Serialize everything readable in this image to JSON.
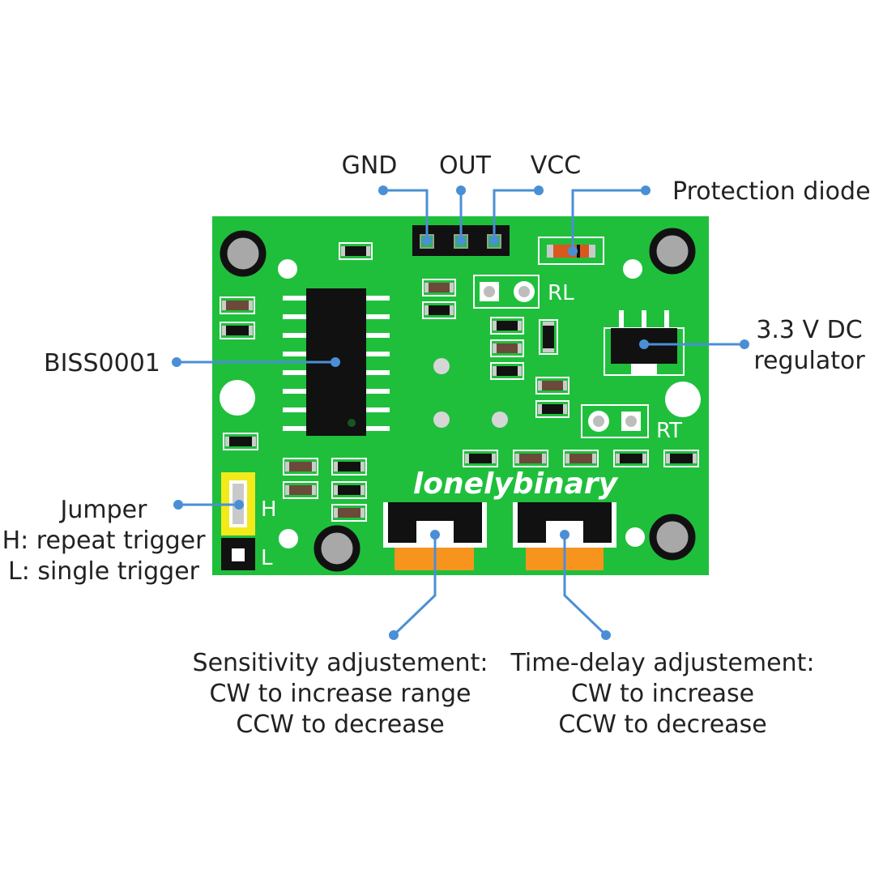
{
  "colors": {
    "board": "#1fbf3c",
    "board_edge": "#109a2a",
    "leader": "#4a8fd6",
    "text": "#222222",
    "white_print": "#ffffff",
    "jumper_yellow": "#f2ea1a",
    "pot_orange": "#f7941d",
    "ic_black": "#111111",
    "diode_body": "#d9581f",
    "mount_grey": "#a8a8a8"
  },
  "pins": {
    "gnd": "GND",
    "out": "OUT",
    "vcc": "VCC"
  },
  "callouts": {
    "protection_diode": "Protection diode",
    "ic": "BISS0001",
    "regulator": [
      "3.3 V DC",
      "regulator"
    ],
    "jumper": [
      "Jumper",
      "H: repeat trigger",
      "L: single trigger"
    ],
    "sensitivity": [
      "Sensitivity adjustement:",
      "CW to increase range",
      "CCW to decrease"
    ],
    "time_delay": [
      "Time-delay adjustement:",
      "CW to increase",
      "CCW to decrease"
    ]
  },
  "silkscreen": {
    "rl": "RL",
    "rt": "RT",
    "h": "H",
    "l": "L",
    "brand": "lonelybinary"
  }
}
